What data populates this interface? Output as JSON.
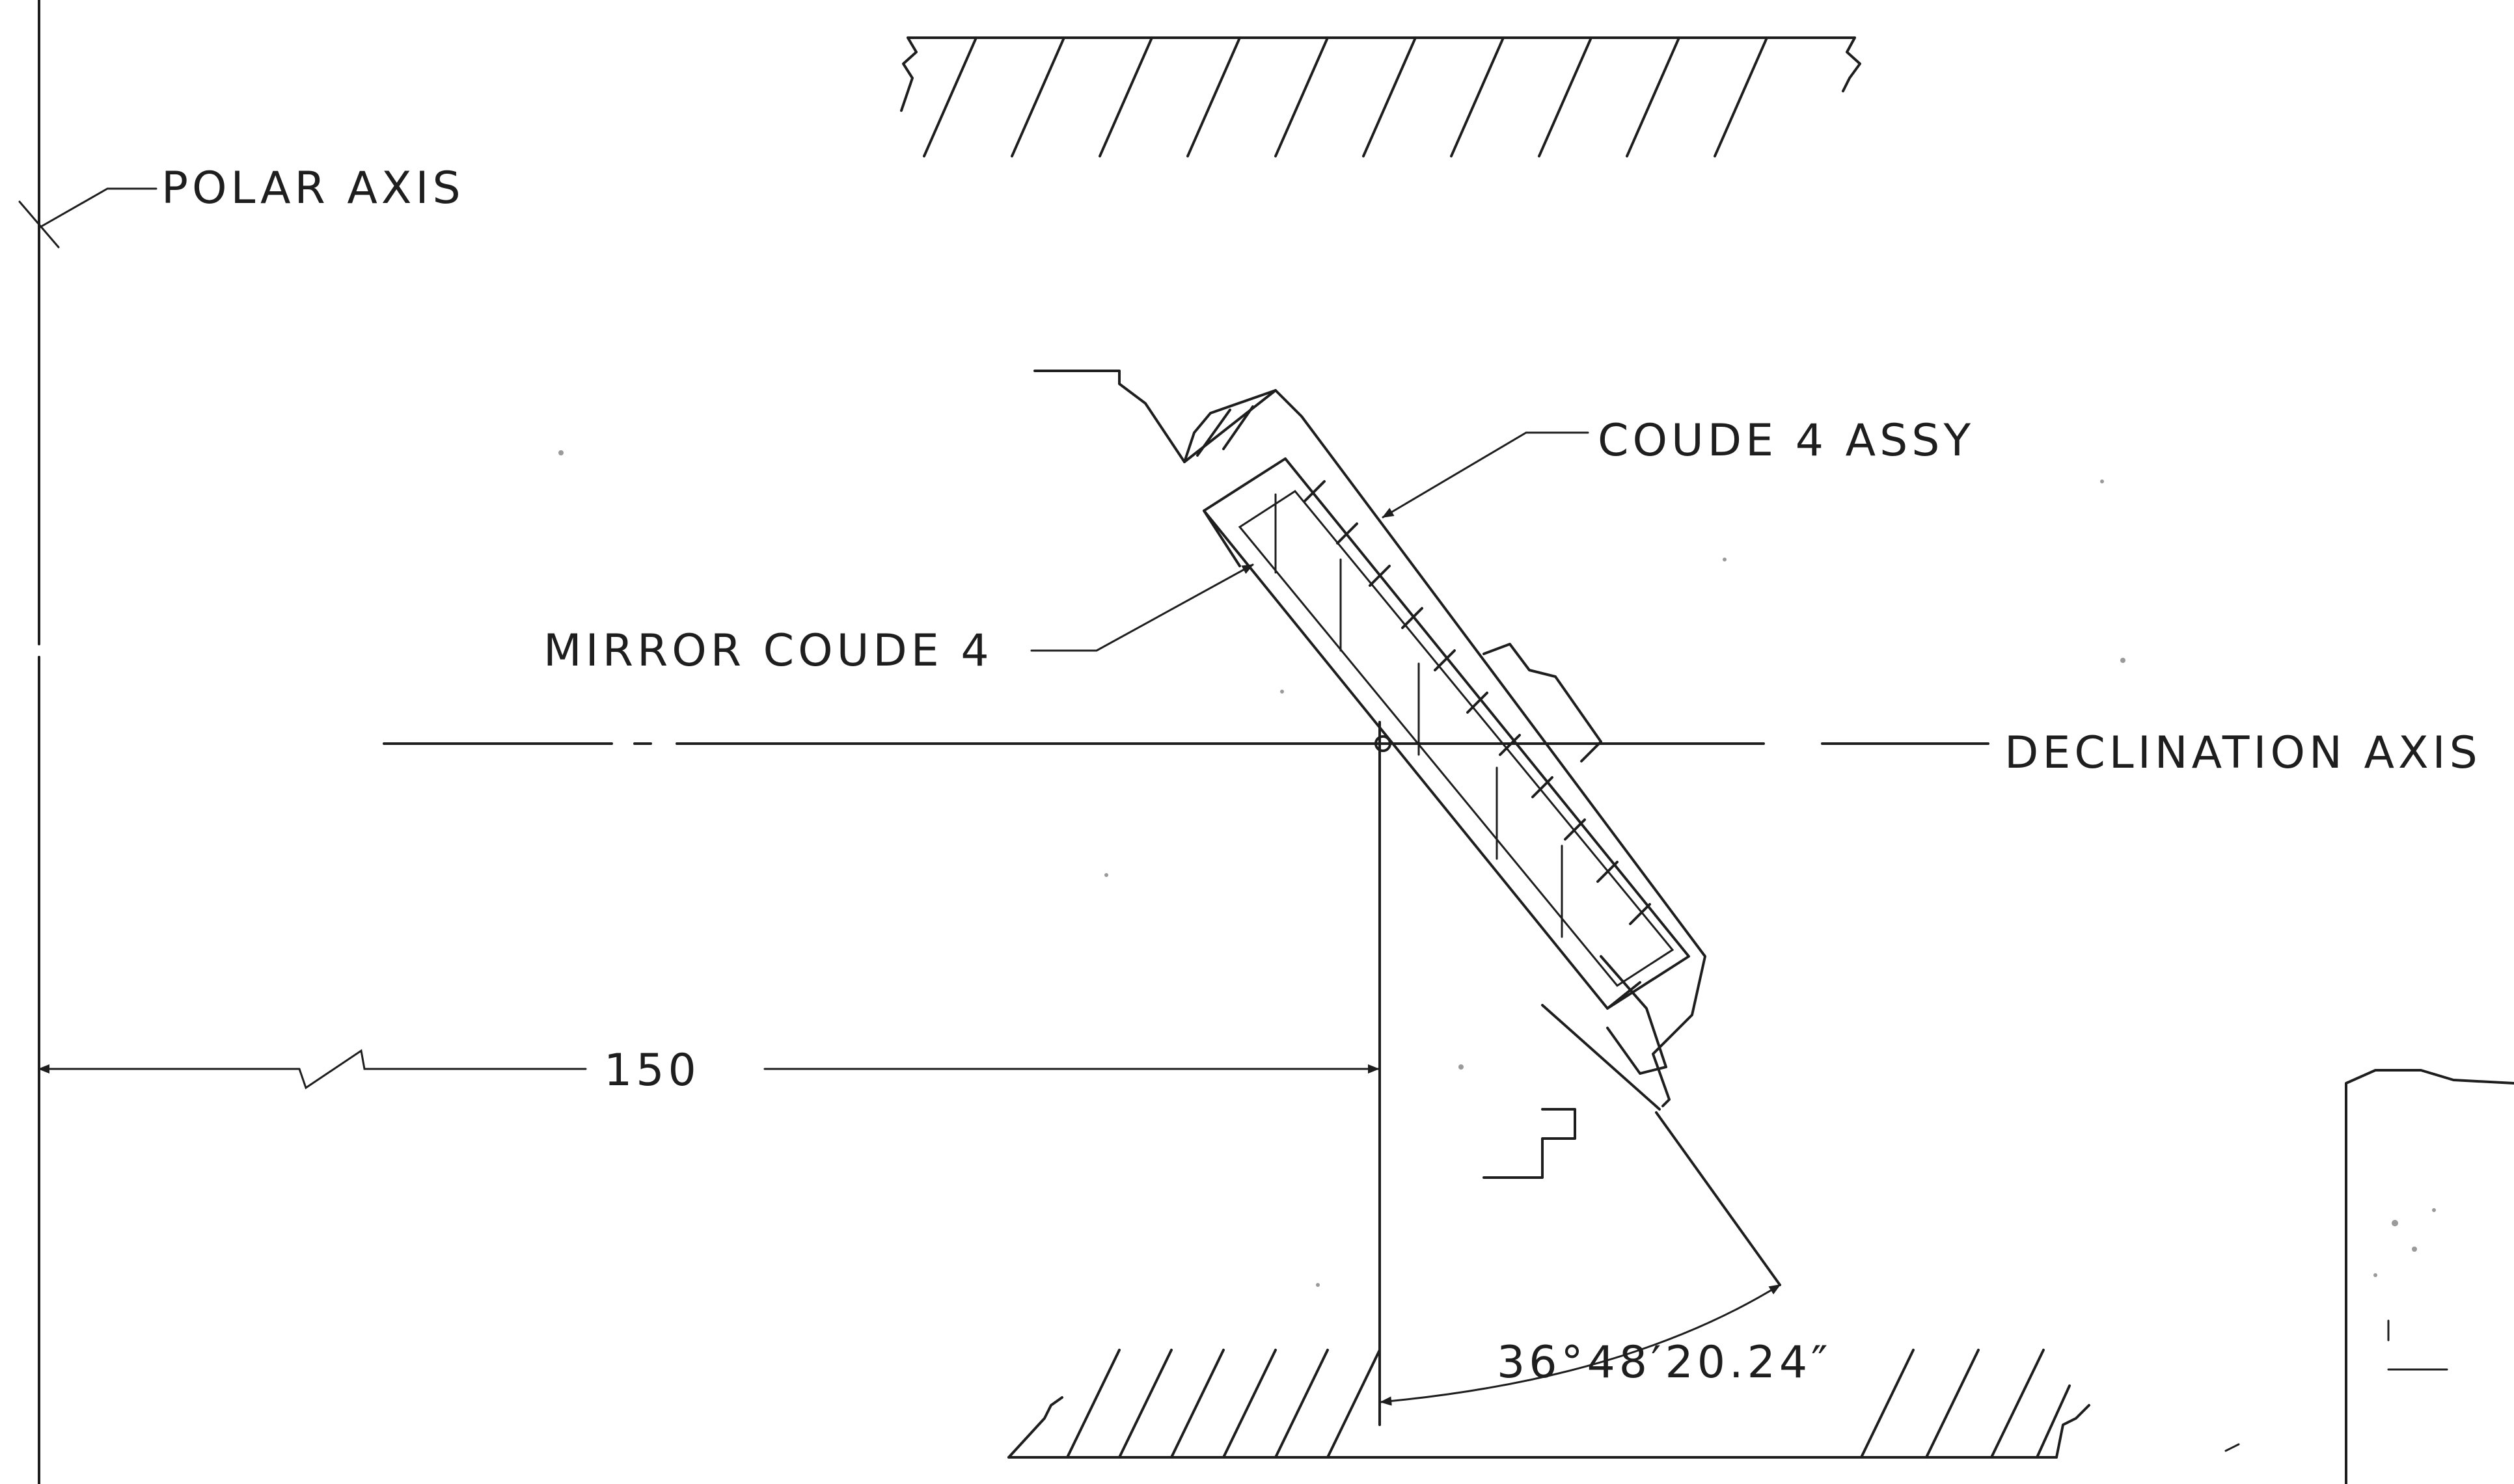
{
  "labels": {
    "polar_axis": "POLAR AXIS",
    "coude_assy": "COUDE 4 ASSY",
    "mirror": "MIRROR COUDE 4",
    "declination_axis": "DECLINATION AXIS",
    "dimension": "150",
    "angle": "36°48′20.24″"
  },
  "colors": {
    "ink": "#1e1e1e",
    "paper": "#ffffff"
  }
}
